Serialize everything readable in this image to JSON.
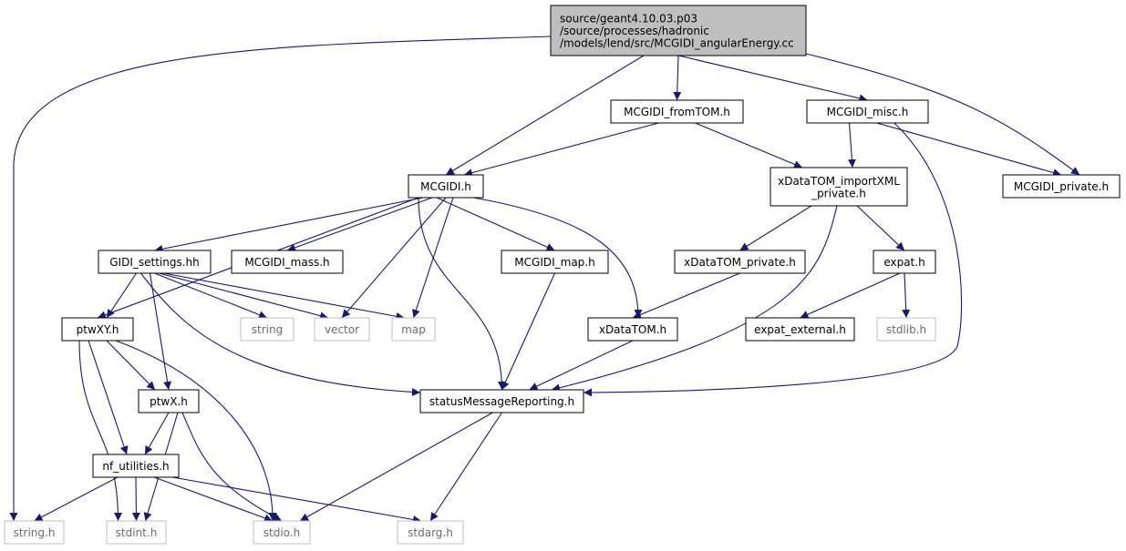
{
  "colors": {
    "edge": "#191970",
    "root_fill": "#bfbfbf",
    "node_border": "#000000",
    "external_border": "#bfbfbf",
    "external_text": "#6b6b6b"
  },
  "nodes": [
    {
      "id": "root",
      "lines": [
        "source/geant4.10.03.p03",
        "/source/processes/hadronic",
        "/models/lend/src/MCGIDI_angularEnergy.cc"
      ],
      "kind": "root"
    },
    {
      "id": "fromTOM",
      "lines": [
        "MCGIDI_fromTOM.h"
      ],
      "kind": "header"
    },
    {
      "id": "misc",
      "lines": [
        "MCGIDI_misc.h"
      ],
      "kind": "header"
    },
    {
      "id": "mcgidi",
      "lines": [
        "MCGIDI.h"
      ],
      "kind": "header"
    },
    {
      "id": "importXML",
      "lines": [
        "xDataTOM_importXML",
        "_private.h"
      ],
      "kind": "header"
    },
    {
      "id": "private",
      "lines": [
        "MCGIDI_private.h"
      ],
      "kind": "header"
    },
    {
      "id": "gidiSettings",
      "lines": [
        "GIDI_settings.hh"
      ],
      "kind": "header"
    },
    {
      "id": "mass",
      "lines": [
        "MCGIDI_mass.h"
      ],
      "kind": "header"
    },
    {
      "id": "map_h",
      "lines": [
        "MCGIDI_map.h"
      ],
      "kind": "header"
    },
    {
      "id": "xdtPrivate",
      "lines": [
        "xDataTOM_private.h"
      ],
      "kind": "header"
    },
    {
      "id": "expat",
      "lines": [
        "expat.h"
      ],
      "kind": "header"
    },
    {
      "id": "ptwXY",
      "lines": [
        "ptwXY.h"
      ],
      "kind": "header"
    },
    {
      "id": "string",
      "lines": [
        "string"
      ],
      "kind": "external"
    },
    {
      "id": "vector",
      "lines": [
        "vector"
      ],
      "kind": "external"
    },
    {
      "id": "map",
      "lines": [
        "map"
      ],
      "kind": "external"
    },
    {
      "id": "xDataTOM",
      "lines": [
        "xDataTOM.h"
      ],
      "kind": "header"
    },
    {
      "id": "expatExt",
      "lines": [
        "expat_external.h"
      ],
      "kind": "header"
    },
    {
      "id": "stdlib",
      "lines": [
        "stdlib.h"
      ],
      "kind": "external"
    },
    {
      "id": "ptwX",
      "lines": [
        "ptwX.h"
      ],
      "kind": "header"
    },
    {
      "id": "smr",
      "lines": [
        "statusMessageReporting.h"
      ],
      "kind": "header"
    },
    {
      "id": "nfUtil",
      "lines": [
        "nf_utilities.h"
      ],
      "kind": "header"
    },
    {
      "id": "stringh",
      "lines": [
        "string.h"
      ],
      "kind": "external"
    },
    {
      "id": "stdint",
      "lines": [
        "stdint.h"
      ],
      "kind": "external"
    },
    {
      "id": "stdio",
      "lines": [
        "stdio.h"
      ],
      "kind": "external"
    },
    {
      "id": "stdarg",
      "lines": [
        "stdarg.h"
      ],
      "kind": "external"
    }
  ],
  "edges": [
    [
      "root",
      "stringh"
    ],
    [
      "root",
      "mcgidi"
    ],
    [
      "root",
      "fromTOM"
    ],
    [
      "root",
      "misc"
    ],
    [
      "root",
      "private"
    ],
    [
      "fromTOM",
      "mcgidi"
    ],
    [
      "fromTOM",
      "importXML"
    ],
    [
      "misc",
      "importXML"
    ],
    [
      "misc",
      "private"
    ],
    [
      "misc",
      "smr"
    ],
    [
      "mcgidi",
      "ptwXY"
    ],
    [
      "mcgidi",
      "gidiSettings"
    ],
    [
      "mcgidi",
      "mass"
    ],
    [
      "mcgidi",
      "vector"
    ],
    [
      "mcgidi",
      "map"
    ],
    [
      "mcgidi",
      "smr"
    ],
    [
      "mcgidi",
      "map_h"
    ],
    [
      "mcgidi",
      "xDataTOM"
    ],
    [
      "importXML",
      "xdtPrivate"
    ],
    [
      "importXML",
      "smr"
    ],
    [
      "importXML",
      "expat"
    ],
    [
      "gidiSettings",
      "ptwXY"
    ],
    [
      "gidiSettings",
      "ptwX"
    ],
    [
      "gidiSettings",
      "string"
    ],
    [
      "gidiSettings",
      "vector"
    ],
    [
      "gidiSettings",
      "map"
    ],
    [
      "gidiSettings",
      "smr"
    ],
    [
      "map_h",
      "smr"
    ],
    [
      "xdtPrivate",
      "xDataTOM"
    ],
    [
      "xDataTOM",
      "smr"
    ],
    [
      "expat",
      "expatExt"
    ],
    [
      "expat",
      "stdlib"
    ],
    [
      "ptwXY",
      "ptwX"
    ],
    [
      "ptwXY",
      "nfUtil"
    ],
    [
      "ptwXY",
      "stdint"
    ],
    [
      "ptwXY",
      "stdio"
    ],
    [
      "ptwX",
      "nfUtil"
    ],
    [
      "ptwX",
      "stdint"
    ],
    [
      "ptwX",
      "stdio"
    ],
    [
      "smr",
      "stdio"
    ],
    [
      "smr",
      "stdarg"
    ],
    [
      "nfUtil",
      "stringh"
    ],
    [
      "nfUtil",
      "stdint"
    ],
    [
      "nfUtil",
      "stdio"
    ],
    [
      "nfUtil",
      "stdarg"
    ]
  ]
}
